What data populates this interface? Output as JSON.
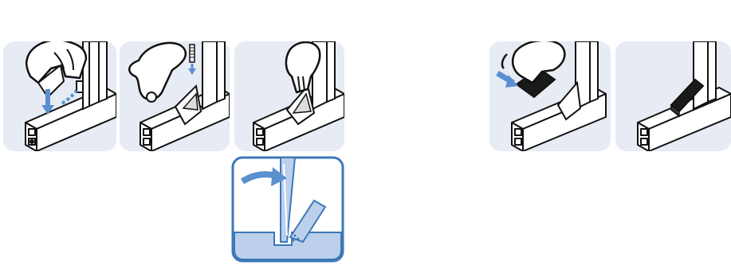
{
  "figure": {
    "panels": [
      {
        "id": "step-1",
        "icon": "hand-placing-bracket-icon"
      },
      {
        "id": "step-2",
        "icon": "hand-inserting-screw-icon"
      },
      {
        "id": "step-3",
        "icon": "hand-tightening-bracket-icon"
      },
      {
        "id": "detail",
        "icon": "screwdriver-detail-icon"
      },
      {
        "id": "step-4",
        "icon": "hand-placing-cover-icon"
      },
      {
        "id": "step-5",
        "icon": "finished-cover-icon"
      }
    ],
    "colors": {
      "panel_bg": "#e6ebf4",
      "detail_border": "#3d78b8",
      "detail_fill": "#bcd0ec",
      "arrow_blue": "#5b8fcf",
      "cover_dark": "#1a1a1a",
      "line": "#111111"
    }
  }
}
